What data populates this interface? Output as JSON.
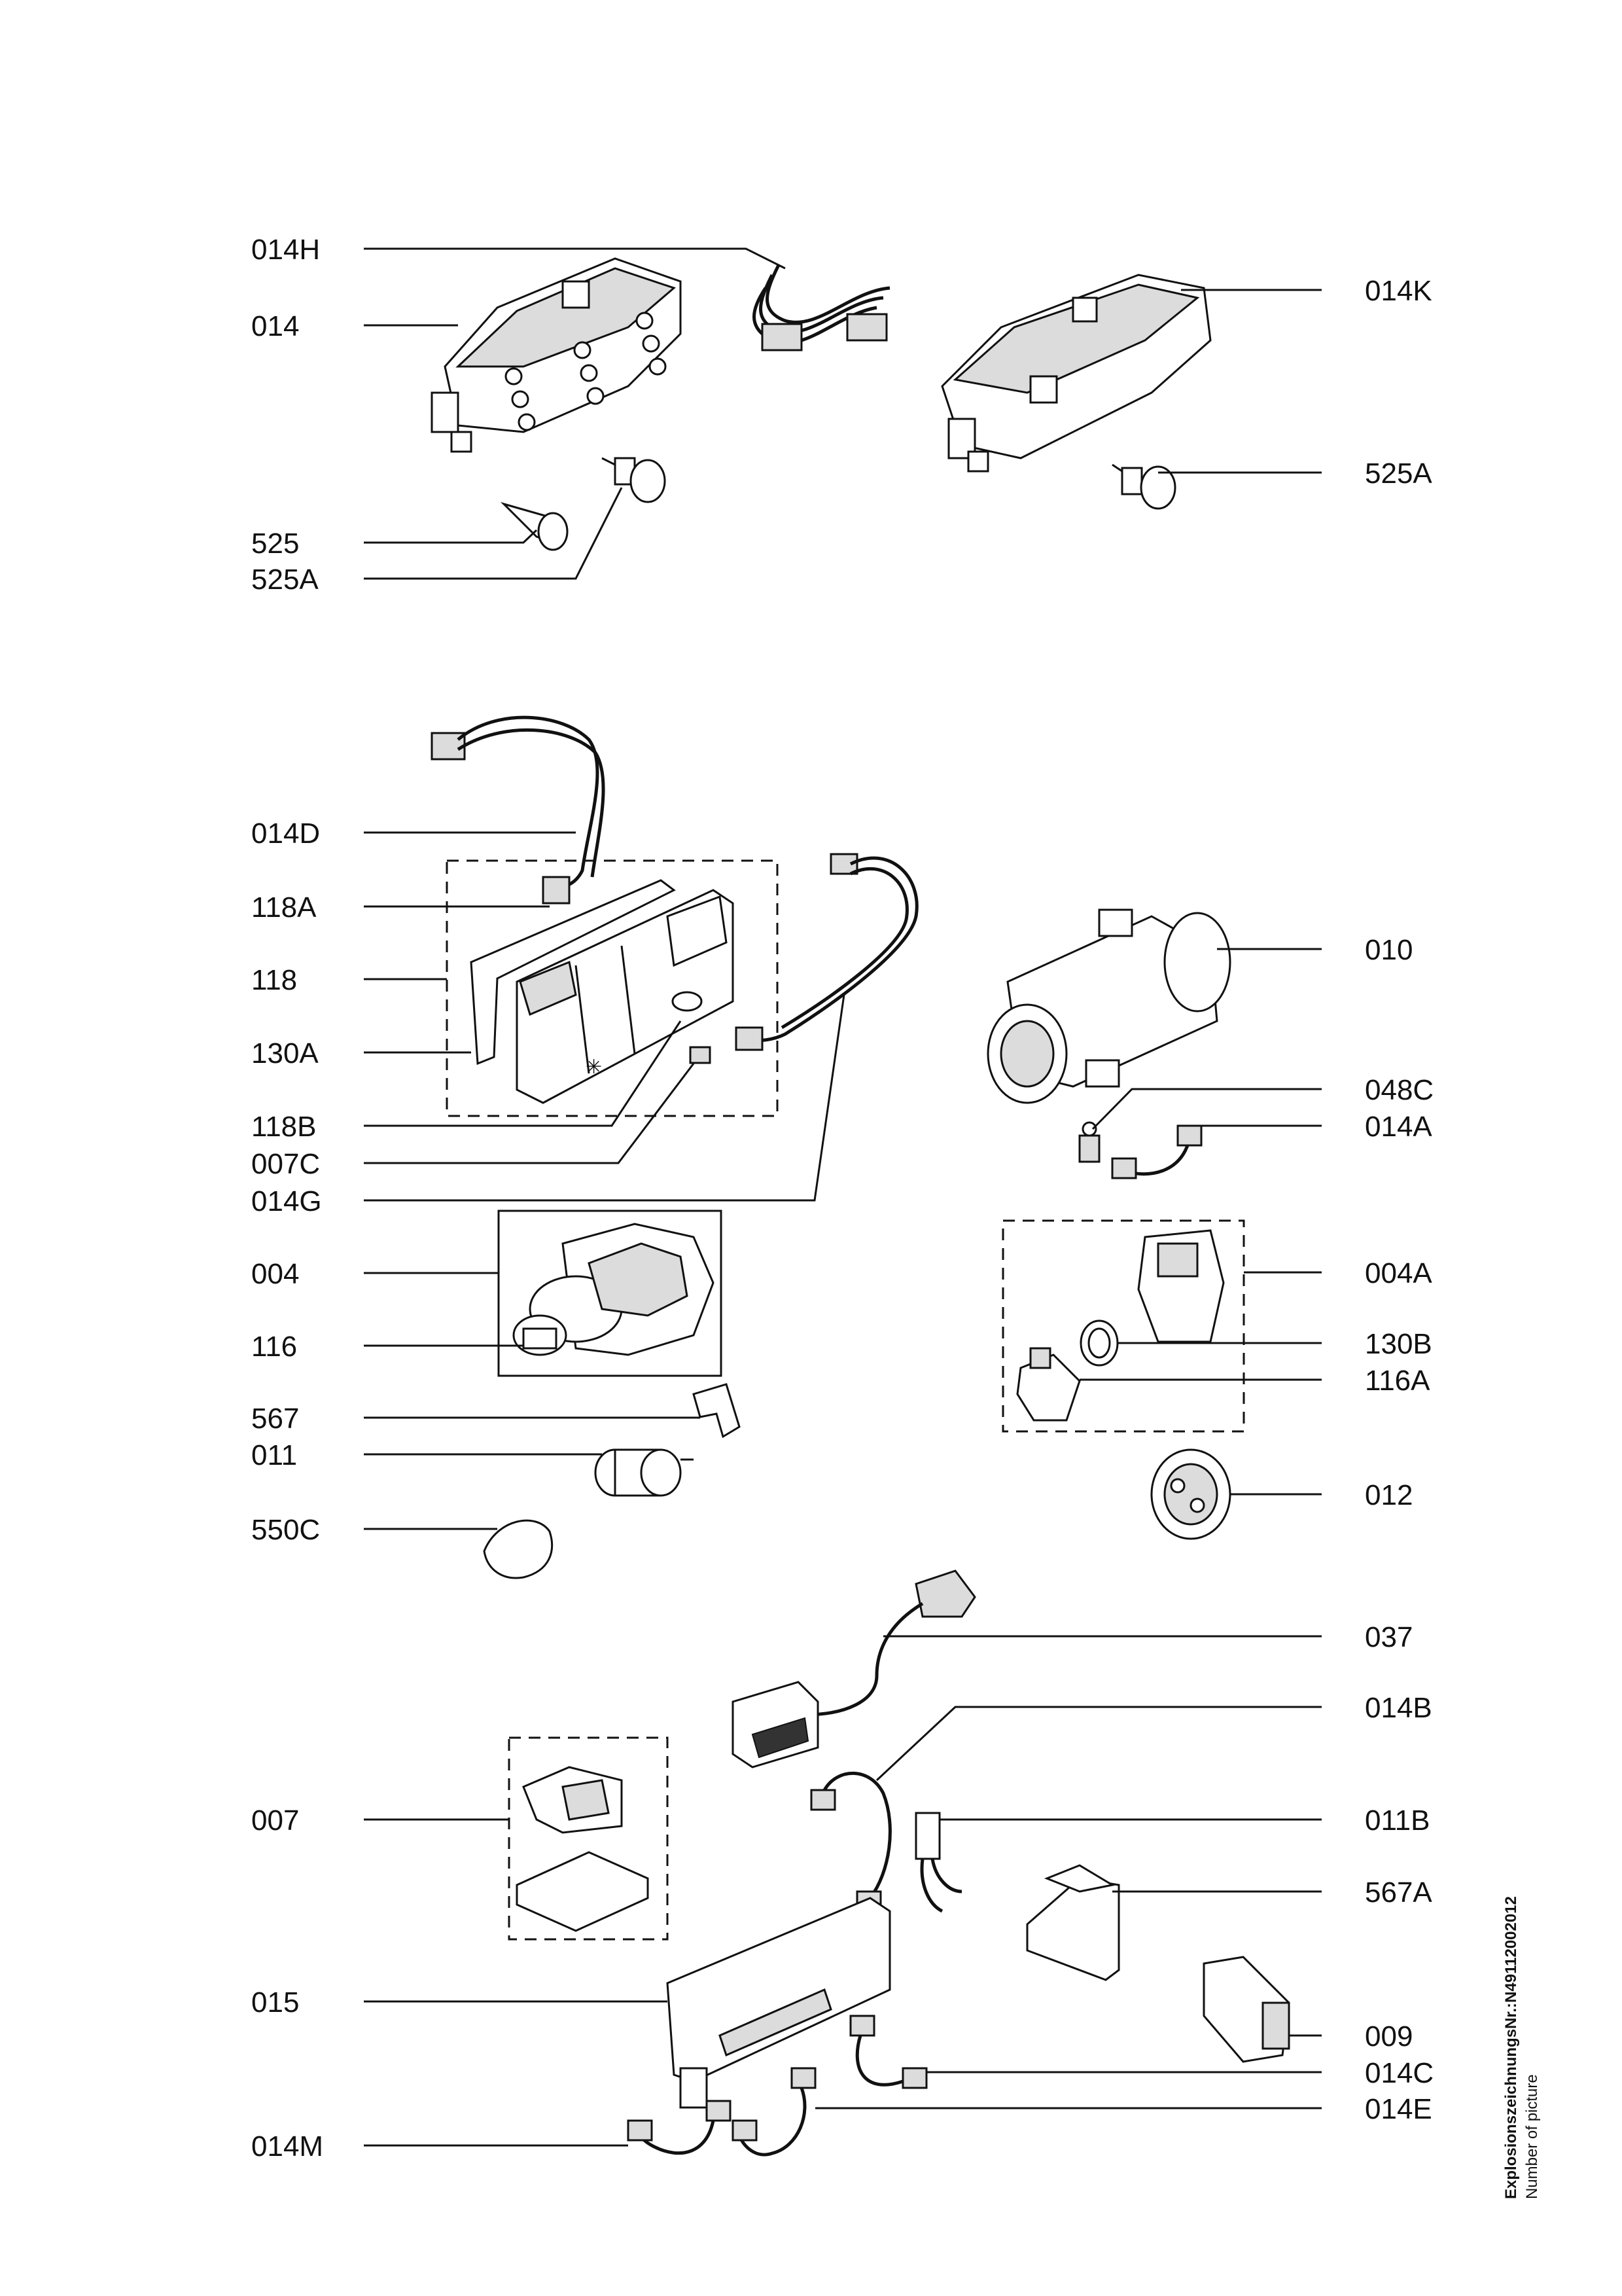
{
  "labels": {
    "l014H": "014H",
    "l014": "014",
    "l525": "525",
    "l525A": "525A",
    "l014K": "014K",
    "l525A_r": "525A",
    "l014D": "014D",
    "l118A": "118A",
    "l118": "118",
    "l130A": "130A",
    "l118B": "118B",
    "l007C": "007C",
    "l014G": "014G",
    "l004": "004",
    "l116": "116",
    "l567": "567",
    "l011": "011",
    "l550C": "550C",
    "l010": "010",
    "l048C": "048C",
    "l014A": "014A",
    "l004A": "004A",
    "l130B": "130B",
    "l116A": "116A",
    "l012": "012",
    "l037": "037",
    "l014B": "014B",
    "l011B": "011B",
    "l567A": "567A",
    "l009": "009",
    "l014C": "014C",
    "l014E": "014E",
    "l007": "007",
    "l015": "015",
    "l014M": "014M"
  },
  "footer": {
    "drawing_number": "ExplosionszeichnungsNr.:N49112002012",
    "caption": "Number of picture"
  }
}
